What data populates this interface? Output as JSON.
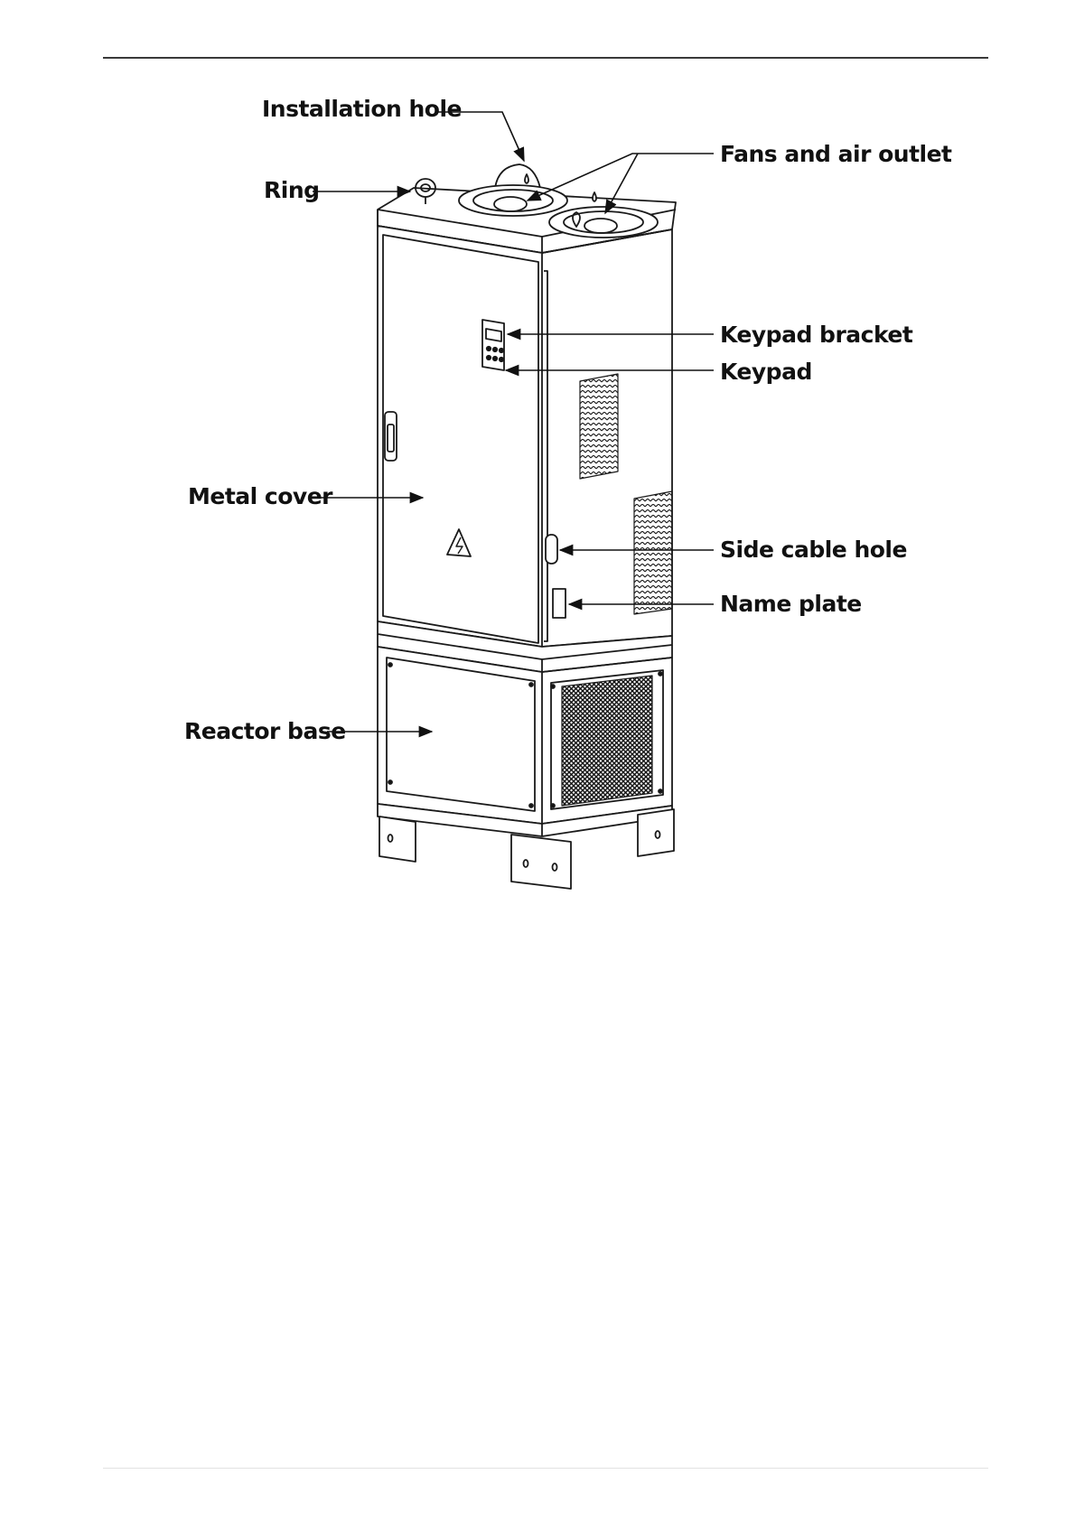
{
  "diagram": {
    "labels": {
      "installation_hole": "Installation hole",
      "ring": "Ring",
      "fans_air_outlet": "Fans and air outlet",
      "keypad_bracket": "Keypad bracket",
      "keypad": "Keypad",
      "metal_cover": "Metal cover",
      "side_cable_hole": "Side cable hole",
      "name_plate": "Name plate",
      "reactor_base": "Reactor base"
    },
    "colors": {
      "ink": "#111111",
      "rule": "#3a3a3a"
    }
  }
}
